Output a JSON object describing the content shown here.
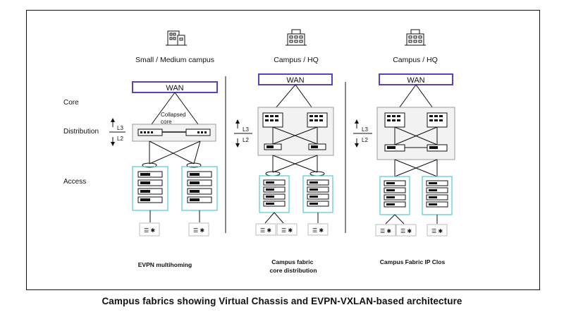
{
  "caption": "Campus fabrics showing Virtual Chassis and EVPN-VXLAN-based architecture",
  "tiers": {
    "core": "Core",
    "distribution": "Distribution",
    "access": "Access"
  },
  "layers": {
    "l3": "L3",
    "l2": "L2"
  },
  "columns": [
    {
      "title": "Small / Medium campus",
      "wan": "WAN",
      "note": "Collapsed core",
      "label": "EVPN  multihoming"
    },
    {
      "title": "Campus / HQ",
      "wan": "WAN",
      "label": "Campus fabric core distribution"
    },
    {
      "title": "Campus / HQ",
      "wan": "WAN",
      "label": "Campus Fabric IP Clos"
    }
  ],
  "colors": {
    "wan_border": "#5b3fc4",
    "access_border": "#53c9d8",
    "line": "#111111",
    "group_fill": "#f2f2f2"
  },
  "icons": [
    "building-icon",
    "switch-icon",
    "wifi-icon",
    "bluetooth-icon"
  ]
}
